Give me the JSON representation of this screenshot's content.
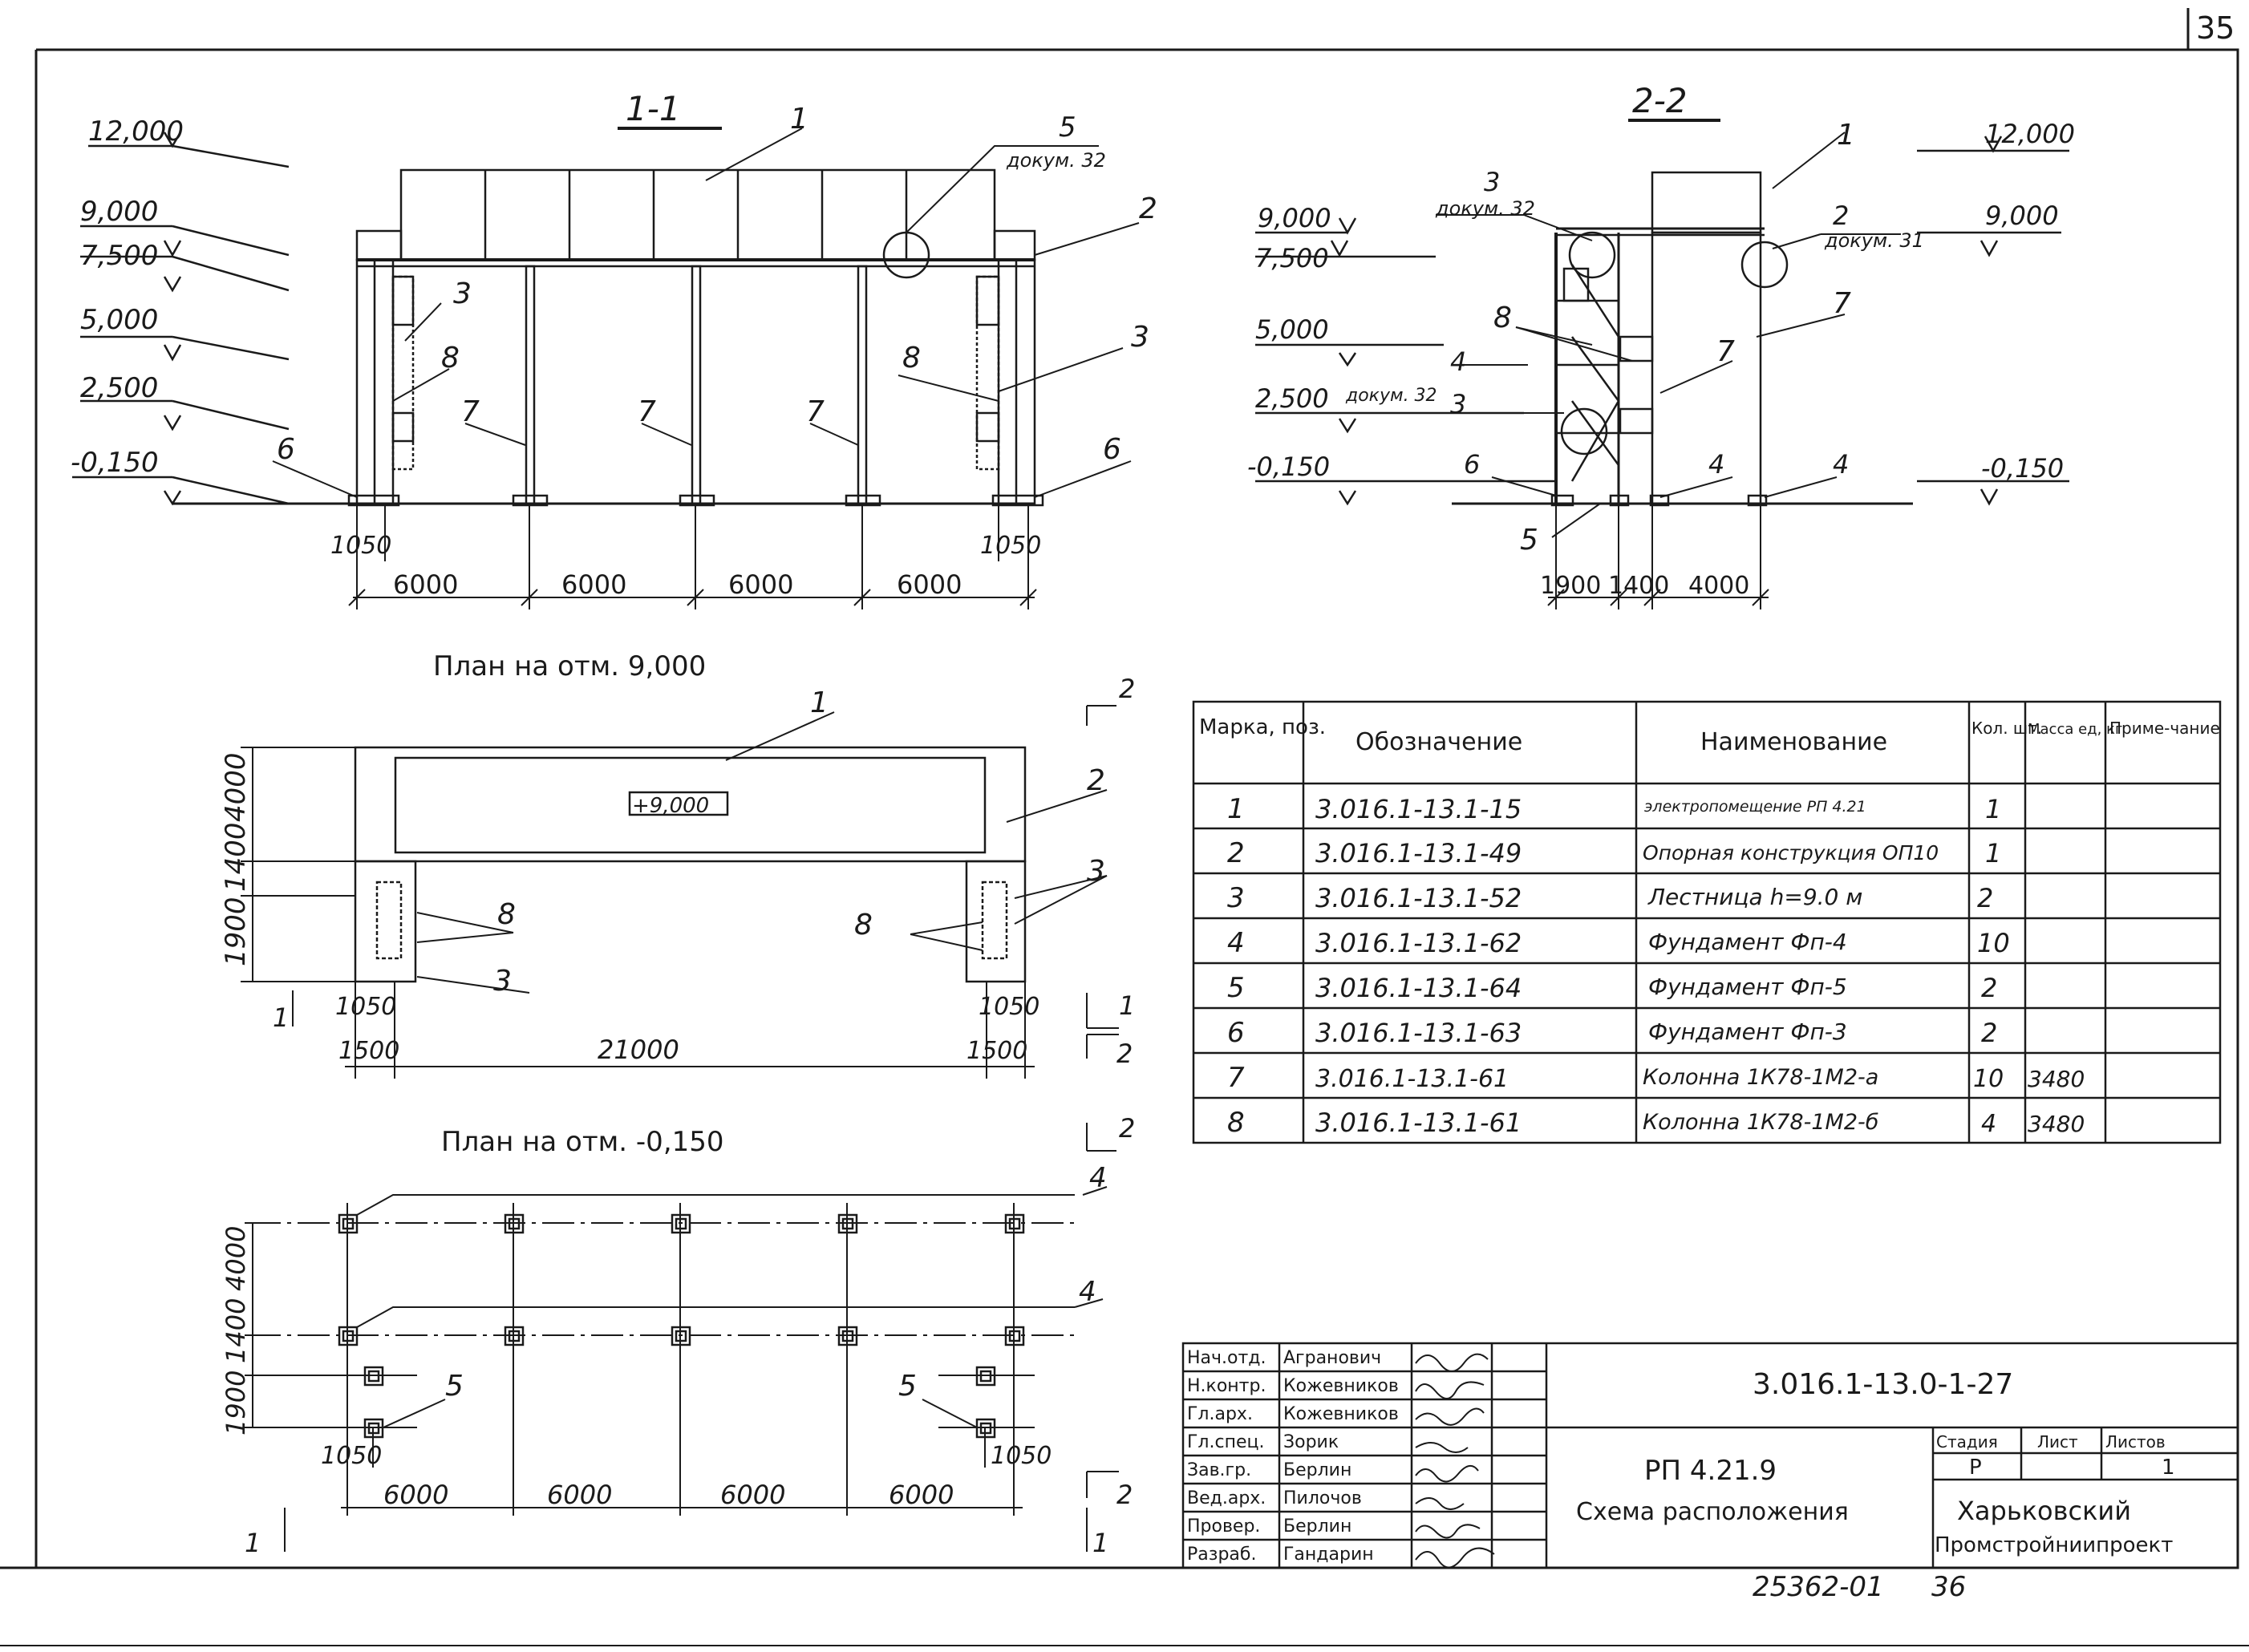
{
  "page_number": "35",
  "section_1": {
    "title": "1-1",
    "dims": [
      "6000",
      "6000",
      "6000",
      "6000"
    ],
    "edge_left": "1050",
    "edge_right": "1050"
  },
  "section_2": {
    "title": "2-2",
    "dims": [
      "1900",
      "1400",
      "4000"
    ]
  },
  "elevations": {
    "e12": "12,000",
    "e9": "9,000",
    "e75": "7,500",
    "e5": "5,000",
    "e25": "2,500",
    "em015": "-0,150"
  },
  "callouts": {
    "n1": "1",
    "n2": "2",
    "n3": "3",
    "n4": "4",
    "n5": "5",
    "n6": "6",
    "n7": "7",
    "n8": "8",
    "dokum32": "докум. 32",
    "dokum31": "докум. 31"
  },
  "plan_9": {
    "title": "План на отм. 9,000",
    "level_tag": "+9,000",
    "dims_v": [
      "4000",
      "1400",
      "1900"
    ],
    "dims_h": [
      "1500",
      "21000",
      "1500"
    ],
    "edge_left": "1050",
    "edge_right": "1050",
    "section_marks": [
      "2",
      "1",
      "1",
      "2"
    ]
  },
  "plan_015": {
    "title": "План на отм. -0,150",
    "dims_v": [
      "4000",
      "1400",
      "1900"
    ],
    "dims_h": [
      "6000",
      "6000",
      "6000",
      "6000"
    ],
    "edge_left": "1050",
    "edge_right": "1050",
    "section_marks": [
      "2",
      "1",
      "1",
      "2"
    ]
  },
  "spec_table": {
    "headers": [
      "Марка, поз.",
      "Обозначение",
      "Наименование",
      "Кол. шт.",
      "Масса ед, кг",
      "Приме-чание"
    ],
    "rows": [
      [
        "1",
        "3.016.1-13.1-15",
        "электропомещение РП 4.21",
        "1",
        "",
        ""
      ],
      [
        "2",
        "3.016.1-13.1-49",
        "Опорная конструкция ОП10",
        "1",
        "",
        ""
      ],
      [
        "3",
        "3.016.1-13.1-52",
        "Лестница h=9.0 м",
        "2",
        "",
        ""
      ],
      [
        "4",
        "3.016.1-13.1-62",
        "Фундамент Фп-4",
        "10",
        "",
        ""
      ],
      [
        "5",
        "3.016.1-13.1-64",
        "Фундамент Фп-5",
        "2",
        "",
        ""
      ],
      [
        "6",
        "3.016.1-13.1-63",
        "Фундамент Фп-3",
        "2",
        "",
        ""
      ],
      [
        "7",
        "3.016.1-13.1-61",
        "Колонна 1К78-1М2-а",
        "10",
        "3480",
        ""
      ],
      [
        "8",
        "3.016.1-13.1-61",
        "Колонна 1К78-1М2-б",
        "4",
        "3480",
        ""
      ]
    ]
  },
  "title_block": {
    "signers": [
      [
        "Нач.отд.",
        "Агранович"
      ],
      [
        "Н.контр.",
        "Кожевников"
      ],
      [
        "Гл.арх.",
        "Кожевников"
      ],
      [
        "Гл.спец.",
        "Зорик"
      ],
      [
        "Зав.гр.",
        "Берлин"
      ],
      [
        "Вед.арх.",
        "Пилочов"
      ],
      [
        "Провер.",
        "Берлин"
      ],
      [
        "Разраб.",
        "Гандарин"
      ]
    ],
    "doc_code": "3.016.1-13.0-1-27",
    "title_line1": "РП 4.21.9",
    "title_line2": "Схема расположения",
    "stage_header": "Стадия",
    "sheet_header": "Лист",
    "sheets_header": "Листов",
    "stage": "Р",
    "sheets": "1",
    "org_line1": "Харьковский",
    "org_line2": "Промстройниипроект"
  },
  "footer": {
    "archive": "25362-01",
    "page": "36"
  }
}
